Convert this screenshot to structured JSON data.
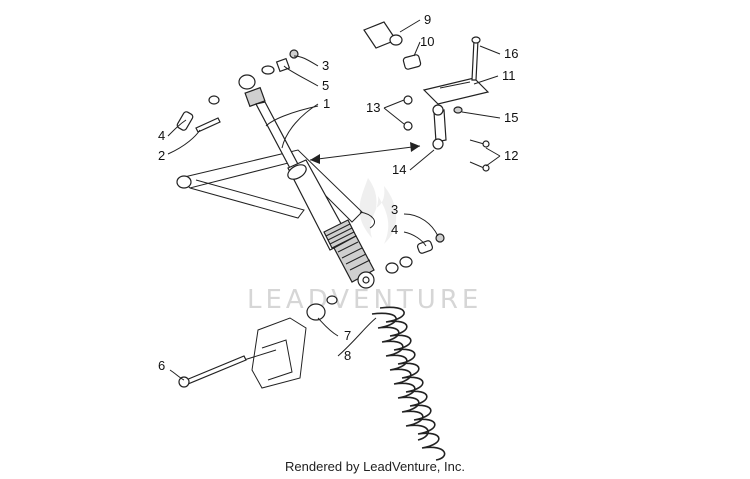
{
  "watermark": "LEADVENTURE",
  "footer": "Rendered by LeadVenture, Inc.",
  "callouts": {
    "c1": "1",
    "c2": "2",
    "c3a": "3",
    "c3b": "3",
    "c4a": "4",
    "c4b": "4",
    "c5": "5",
    "c6": "6",
    "c7": "7",
    "c8": "8",
    "c9": "9",
    "c10": "10",
    "c11": "11",
    "c12": "12",
    "c13": "13",
    "c14": "14",
    "c15": "15",
    "c16": "16"
  }
}
